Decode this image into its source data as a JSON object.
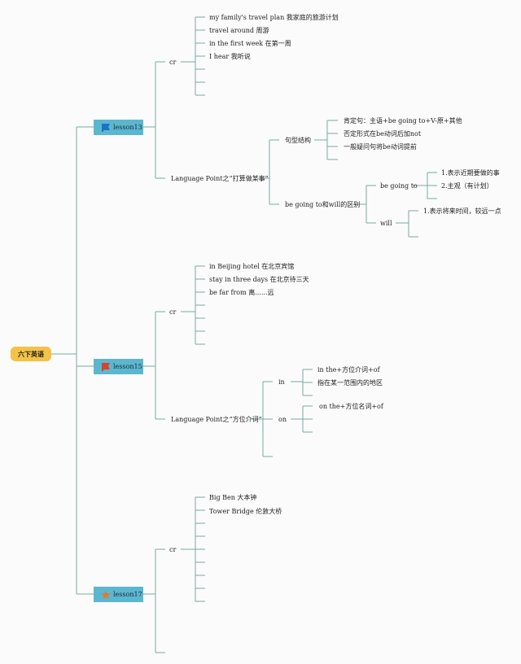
{
  "root": {
    "label": "六下英语"
  },
  "lessons": [
    {
      "label": "lesson13",
      "icon": "blue-flag-icon",
      "cr_label": "cr",
      "cr_items": [
        "my family's travel plan 我家庭的旅游计划",
        "travel around 周游",
        "in the first week 在第一周",
        "I hear 我听说"
      ],
      "language_point": "Language Point之“打算做某事”",
      "structure_label": "句型结构",
      "structure_items": [
        "肯定句：主语+be going to+V-原+其他",
        "否定形式在be动词后加not",
        "一般疑问句将be动词提前"
      ],
      "difference_label": "be going to和will的区别",
      "be_going_to_label": "be going to",
      "be_going_to_items": [
        "1.表示近期要做的事",
        "2.主观（有计划）"
      ],
      "will_label": "will",
      "will_items": [
        "1.表示将来时间，较远一点"
      ]
    },
    {
      "label": "lesson15",
      "icon": "red-flag-icon",
      "cr_label": "cr",
      "cr_items": [
        "in Beijing hotel 在北京宾馆",
        "stay in three days 在北京待三天",
        "be far from 离......远"
      ],
      "language_point": "Language Point之“方位介词”",
      "in_label": "in",
      "in_items": [
        "in the+方位介词+of",
        "指在某一范围内的地区"
      ],
      "on_label": "on",
      "on_items": [
        "on the+方位名词+of"
      ]
    },
    {
      "label": "lesson17",
      "icon": "star-icon",
      "cr_label": "cr",
      "cr_items": [
        "Big Ben 大本钟",
        "Tower Bridge 伦敦大桥"
      ]
    }
  ],
  "colors": {
    "root_fill": "#f3c247",
    "lesson_fill": "#5bb7cf",
    "connector": "#7aa9a0",
    "flag_blue": "#1a73c9",
    "flag_red": "#d9412b",
    "star": "#e0763a"
  }
}
